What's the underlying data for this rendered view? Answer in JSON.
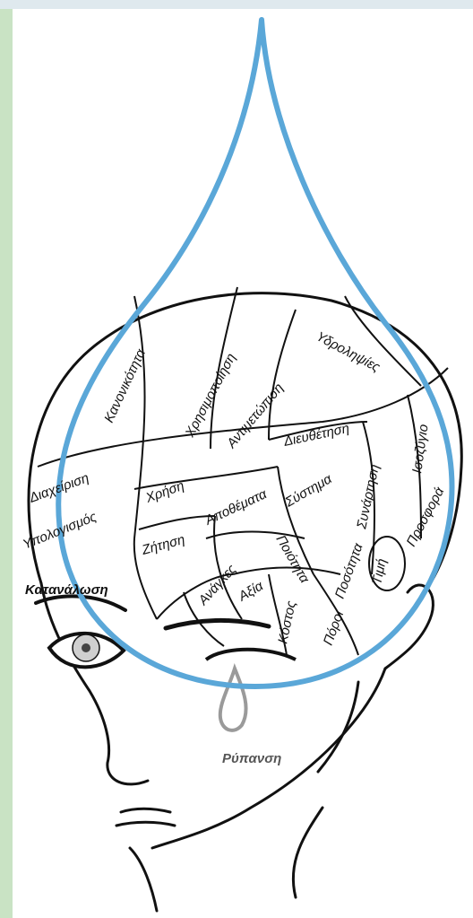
{
  "colors": {
    "drop_outline": "#5aa7d8",
    "tear": "#9a9a9a",
    "ink": "#111111",
    "background_left_edge": "#c9e3c4",
    "background_top_edge": "#dfe9ee"
  },
  "labels": {
    "kanonikotita": "Κανονικότητα",
    "xrisimopoiisi": "Χρησιμοποίηση",
    "antimetopisi": "Αντιμετώπιση",
    "ydroliipsies": "Υδροληψίες",
    "isozygio": "Ισοζύγιο",
    "dieuthetisi": "Διευθέτηση",
    "diaxeirisi": "Διαχείριση",
    "ypologismos": "Υπολογισμός",
    "xrisi": "Χρήση",
    "apovemata": "Αποθέματα",
    "systima": "Σύστημα",
    "synartisi": "Συνάρτηση",
    "prosfora": "Προσφορά",
    "zitisi": "Ζήτηση",
    "anagkes": "Ανάγκες",
    "poiotita": "Ποιότητα",
    "posotita": "Ποσότητα",
    "timi": "Τιμή",
    "axia": "Αξία",
    "kostos": "Κόστος",
    "poroi": "Πόροι",
    "katanalosi": "Κατανάλωση",
    "rypansi": "Ρύπανση"
  }
}
